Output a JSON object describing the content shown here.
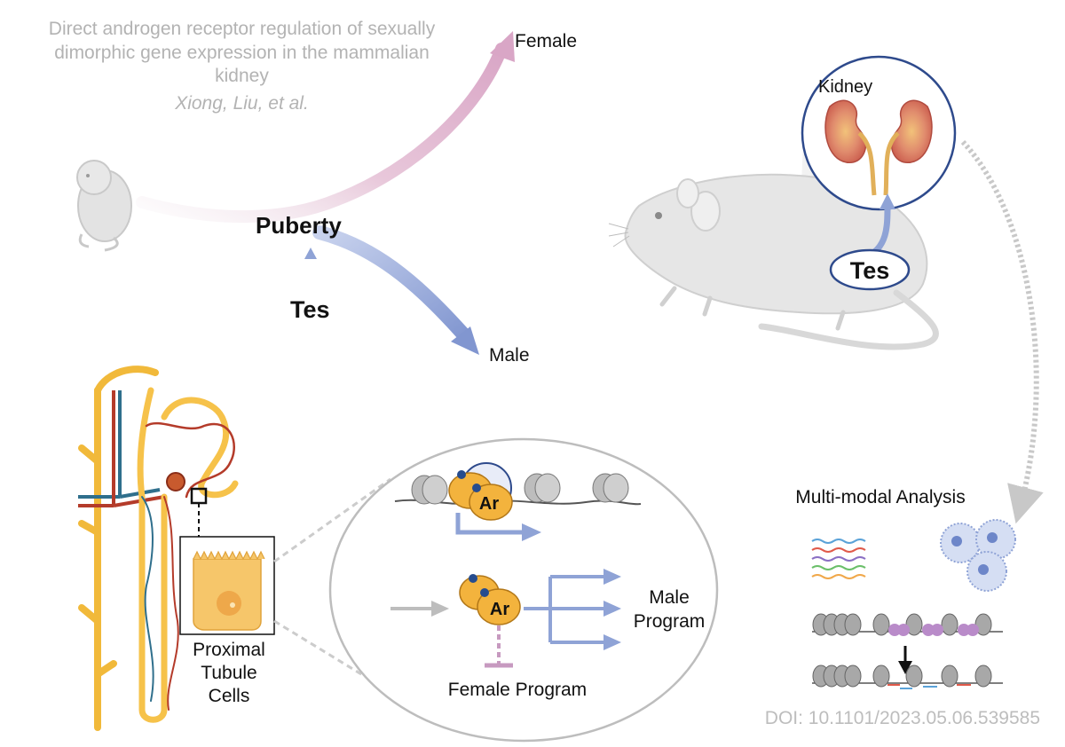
{
  "header": {
    "title": "Direct androgen receptor regulation of sexually dimorphic gene expression in the mammalian kidney",
    "authors": "Xiong, Liu, et al."
  },
  "trajectory": {
    "puberty_label": "Puberty",
    "female_label": "Female",
    "male_label": "Male",
    "hormone_label": "Tes"
  },
  "mouse_panel": {
    "organ_label": "Kidney",
    "hormone_label": "Tes"
  },
  "nephron_panel": {
    "cell_label": "Proximal Tubule Cells"
  },
  "mechanism_panel": {
    "receptor_label_top": "Ar",
    "receptor_label_bottom": "Ar",
    "male_program_label": "Male Program",
    "female_program_label": "Female Program"
  },
  "analysis_panel": {
    "title": "Multi-modal Analysis"
  },
  "footer": {
    "doi": "DOI: 10.1101/2023.05.06.539585"
  },
  "colors": {
    "female_pink": "#d9a6c6",
    "male_blue": "#8fa3d6",
    "receptor_orange": "#f3b33d",
    "tubule_yellow": "#f6c24a",
    "vessel_red": "#b43b2a",
    "vessel_blue": "#2f6f8c",
    "mouse_grey": "#e6e6e6",
    "title_grey": "#b3b3b3"
  }
}
